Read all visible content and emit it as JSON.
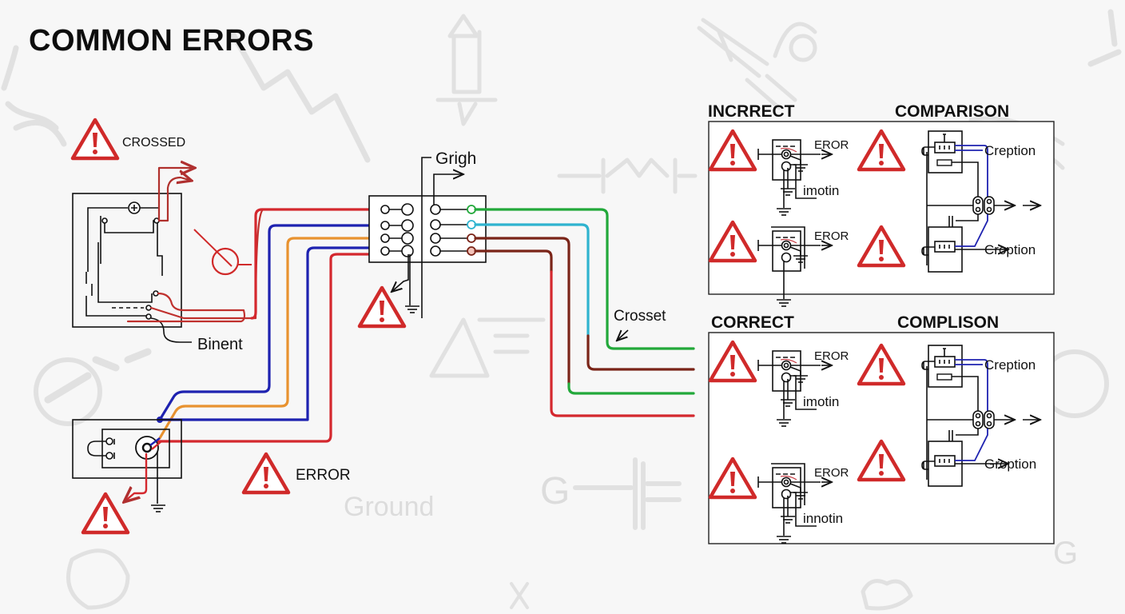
{
  "title": "COMMON ERRORS",
  "colors": {
    "warning_red": "#d02a2a",
    "wire_red": "#d4282e",
    "wire_blue": "#1e22b0",
    "wire_orange": "#e8922f",
    "wire_green": "#22a83a",
    "wire_cyan": "#2fb3cf",
    "wire_brown": "#7a2418",
    "background": "#f7f7f7",
    "watermark": "#dcdcdc"
  },
  "left_diagram": {
    "crossed_label": "CROSSED",
    "binent_label": "Binent",
    "grigh_label": "Grigh",
    "error_label": "ERROR",
    "crosset_label": "Crosset",
    "watermark_ground": "Ground",
    "watermark_g": "G"
  },
  "panels": {
    "incorrect": {
      "header": "INCRRECT",
      "circuits": [
        {
          "error_label": "EROR",
          "sub_label": "imotin"
        },
        {
          "error_label": "EROR",
          "sub_label": ""
        }
      ]
    },
    "comparison": {
      "header": "COMPARISON",
      "labels": [
        "Creption",
        "Croption"
      ]
    },
    "correct": {
      "header": "CORRECT",
      "circuits": [
        {
          "error_label": "EROR",
          "sub_label": "imotin"
        },
        {
          "error_label": "EROR",
          "sub_label": "innotin"
        }
      ]
    },
    "complison": {
      "header": "COMPLISON",
      "labels": [
        "Creption",
        "Groption"
      ]
    }
  },
  "icons": [
    "warning-triangle-icon",
    "ground-symbol-icon",
    "arrow-icon",
    "terminal-icon",
    "meter-icon"
  ]
}
